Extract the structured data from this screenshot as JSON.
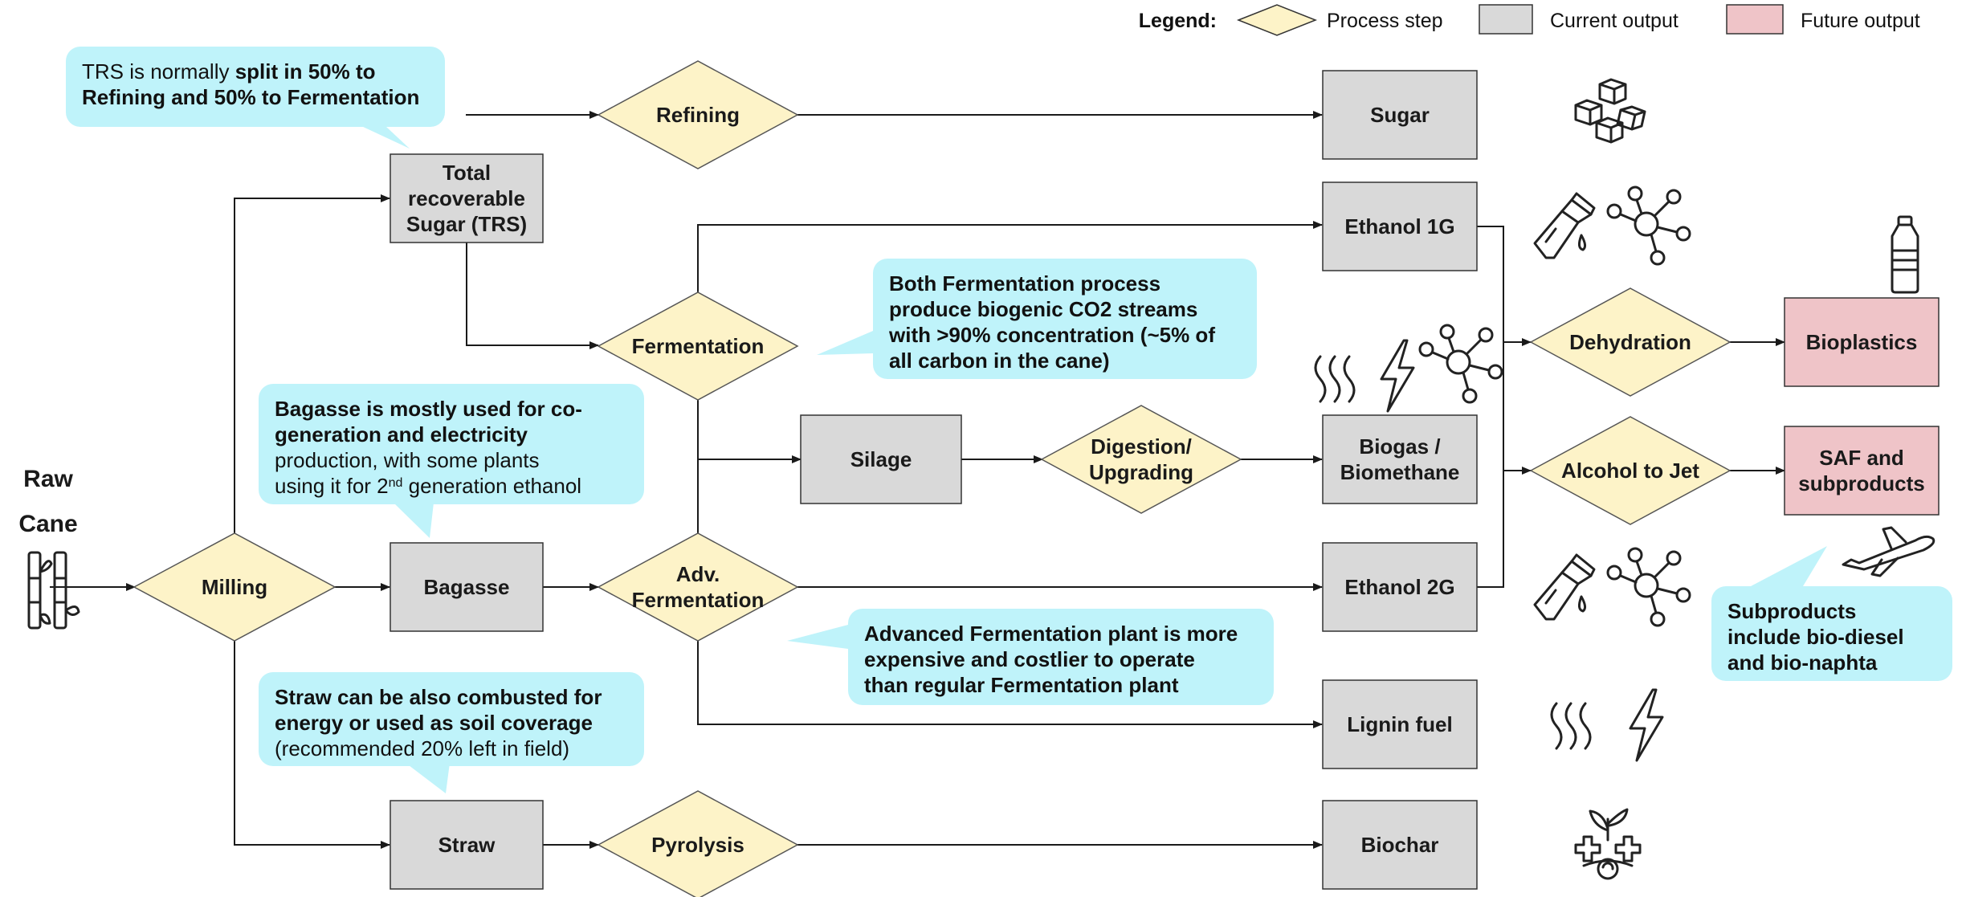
{
  "colors": {
    "process": "#fdf3c8",
    "current": "#d9d9d9",
    "future": "#efc4c8",
    "callout": "#bff3fa",
    "line": "#1a1a1a"
  },
  "legend": {
    "title": "Legend:",
    "process": "Process step",
    "current": "Current output",
    "future": "Future output"
  },
  "raw_cane": {
    "line1": "Raw",
    "line2": "Cane"
  },
  "nodes": {
    "milling": [
      "Milling"
    ],
    "trs": [
      "Total",
      "recoverable",
      "Sugar (TRS)"
    ],
    "bagasse": [
      "Bagasse"
    ],
    "straw": [
      "Straw"
    ],
    "refining": [
      "Refining"
    ],
    "fermentation": [
      "Fermentation"
    ],
    "adv_fermentation": [
      "Adv.",
      "Fermentation"
    ],
    "pyrolysis": [
      "Pyrolysis"
    ],
    "silage": [
      "Silage"
    ],
    "digestion": [
      "Digestion/",
      "Upgrading"
    ],
    "sugar": [
      "Sugar"
    ],
    "ethanol1g": [
      "Ethanol 1G"
    ],
    "biogas": [
      "Biogas /",
      "Biomethane"
    ],
    "ethanol2g": [
      "Ethanol 2G"
    ],
    "lignin": [
      "Lignin fuel"
    ],
    "biochar": [
      "Biochar"
    ],
    "dehydration": [
      "Dehydration"
    ],
    "alcohol_to_jet": [
      "Alcohol to Jet"
    ],
    "bioplastics": [
      "Bioplastics"
    ],
    "saf": [
      "SAF and",
      "subproducts"
    ]
  },
  "callouts": {
    "trs": [
      [
        {
          "t": "TRS is normally ",
          "b": false
        },
        {
          "t": "split in 50% to",
          "b": true
        }
      ],
      [
        {
          "t": "Refining and 50% to Fermentation",
          "b": true
        }
      ]
    ],
    "fermentation": [
      [
        {
          "t": "Both Fermentation process",
          "b": true
        }
      ],
      [
        {
          "t": "produce biogenic CO2 streams",
          "b": true
        }
      ],
      [
        {
          "t": "with >90% concentration (~5% of",
          "b": true
        }
      ],
      [
        {
          "t": "all carbon in the cane)",
          "b": true
        }
      ]
    ],
    "bagasse": [
      [
        {
          "t": "Bagasse is mostly used for co-",
          "b": true
        }
      ],
      [
        {
          "t": "generation and electricity",
          "b": true
        }
      ],
      [
        {
          "t": "production, with some plants",
          "b": false
        }
      ],
      [
        {
          "t": "using it for 2",
          "b": false
        },
        {
          "t": "nd",
          "b": false,
          "sup": true
        },
        {
          "t": " generation ethanol",
          "b": false
        }
      ]
    ],
    "adv_fermentation": [
      [
        {
          "t": "Advanced Fermentation plant is more",
          "b": true
        }
      ],
      [
        {
          "t": "expensive and costlier to operate",
          "b": true
        }
      ],
      [
        {
          "t": "than regular Fermentation plant",
          "b": true
        }
      ]
    ],
    "straw": [
      [
        {
          "t": "Straw can be also combusted for",
          "b": true
        }
      ],
      [
        {
          "t": "energy or used as soil coverage",
          "b": true
        }
      ],
      [
        {
          "t": "(recommended 20% left in field)",
          "b": false
        }
      ]
    ],
    "saf": [
      [
        {
          "t": "Subproducts",
          "b": true
        }
      ],
      [
        {
          "t": "include bio-diesel",
          "b": true
        }
      ],
      [
        {
          "t": "and bio-naphta",
          "b": true
        }
      ]
    ]
  }
}
